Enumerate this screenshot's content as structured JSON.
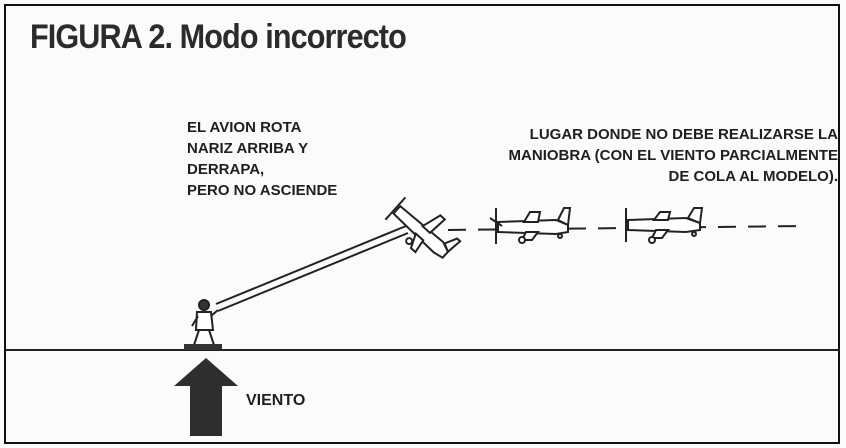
{
  "figure": {
    "title": "FIGURA 2. Modo incorrecto"
  },
  "annotations": {
    "plane_behavior": [
      "EL AVION ROTA",
      "NARIZ ARRIBA Y",
      "DERRAPA,",
      "PERO NO ASCIENDE"
    ],
    "wrong_location": [
      "LUGAR DONDE NO DEBE REALIZARSE LA",
      "MANIOBRA (CON EL VIENTO PARCIALMENTE",
      "DE COLA AL MODELO)."
    ],
    "wind": "VIENTO"
  },
  "icons": {
    "wind_arrow": "arrow-up-icon",
    "pilot": "pilot-figure",
    "airplane": "airplane-icon"
  },
  "colors": {
    "ink": "#1f1f1f",
    "paper": "#fbfbfa"
  }
}
